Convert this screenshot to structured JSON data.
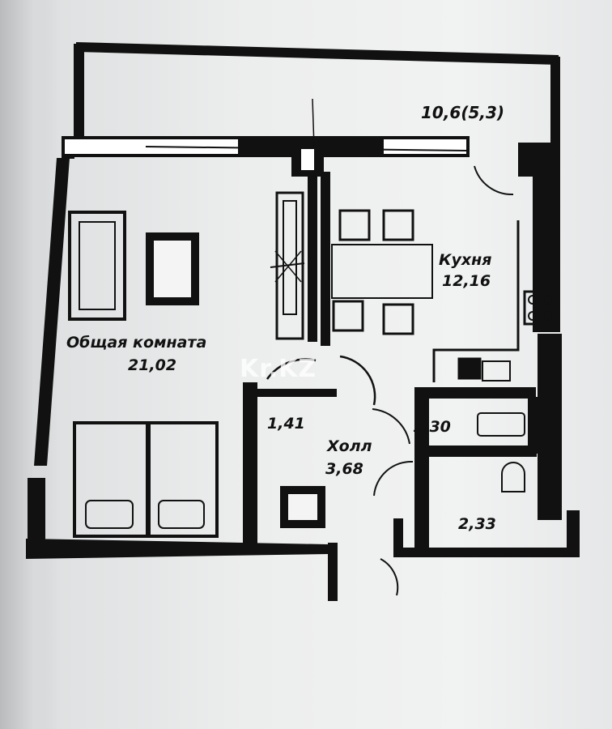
{
  "plan": {
    "balcony": {
      "area": "10,6(5,3)"
    },
    "kitchen": {
      "name": "Кухня",
      "area": "12,16"
    },
    "living_room": {
      "name": "Общая комната",
      "area": "21,02"
    },
    "hall": {
      "name": "Холл",
      "area": "3,68"
    },
    "closet": {
      "area": "1,41"
    },
    "bathroom": {
      "area": "1,30"
    },
    "toilet": {
      "area": "2,33"
    }
  },
  "watermark": "Kr.KZ",
  "colors": {
    "wall": "#111111",
    "line": "#1a1a1a",
    "paper": "#eceded"
  }
}
